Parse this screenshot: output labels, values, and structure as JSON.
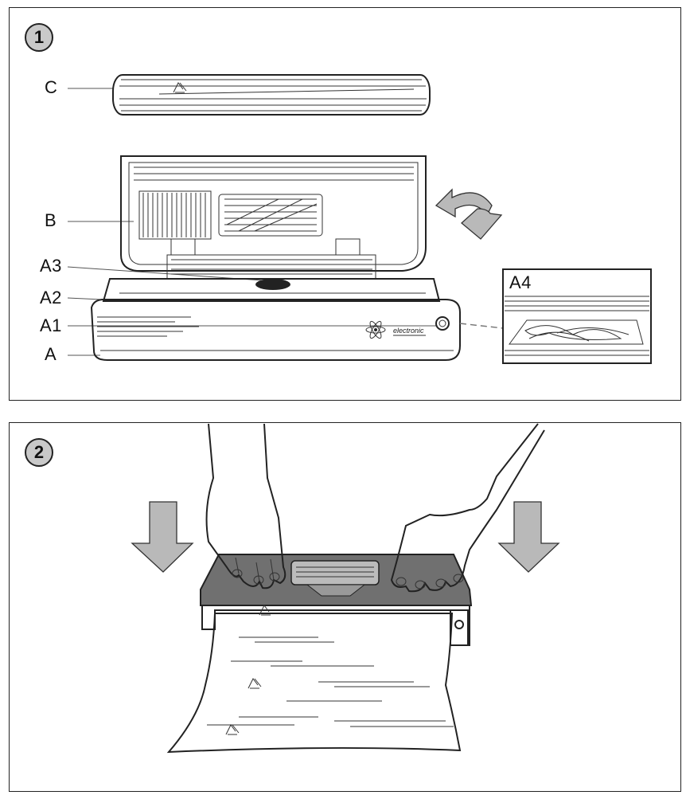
{
  "figure1": {
    "step": "1",
    "labels": {
      "C": "C",
      "B": "B",
      "A3": "A3",
      "A2": "A2",
      "A1": "A1",
      "A": "A",
      "A4": "A4"
    },
    "panel_text": "electronic"
  },
  "figure2": {
    "step": "2"
  },
  "colors": {
    "arrow": "#b9b9b9",
    "lid": "#707070",
    "badge": "#c9c9c9"
  },
  "icons": [
    "recycle-icon",
    "rotate-arrow-icon",
    "down-arrow-icon",
    "atom-logo-icon"
  ]
}
